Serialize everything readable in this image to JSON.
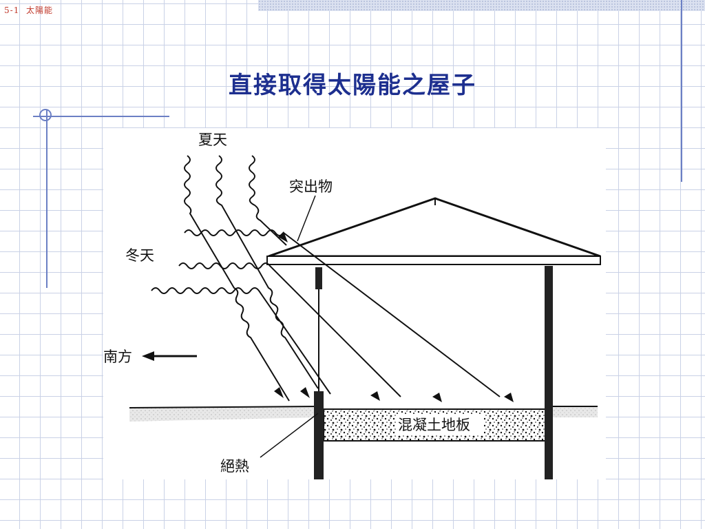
{
  "slide": {
    "label": "5-1  太陽能",
    "title": "直接取得太陽能之屋子"
  },
  "diagram": {
    "labels": {
      "summer": "夏天",
      "protrusion": "突出物",
      "winter": "冬天",
      "south": "南方",
      "slab": "混凝土地板",
      "insulation": "絕熱"
    }
  },
  "colors": {
    "title": "#1d2f8f",
    "grid": "#c9d1e6",
    "accent_line": "#6b7fc4",
    "label_red": "#c0392b"
  }
}
